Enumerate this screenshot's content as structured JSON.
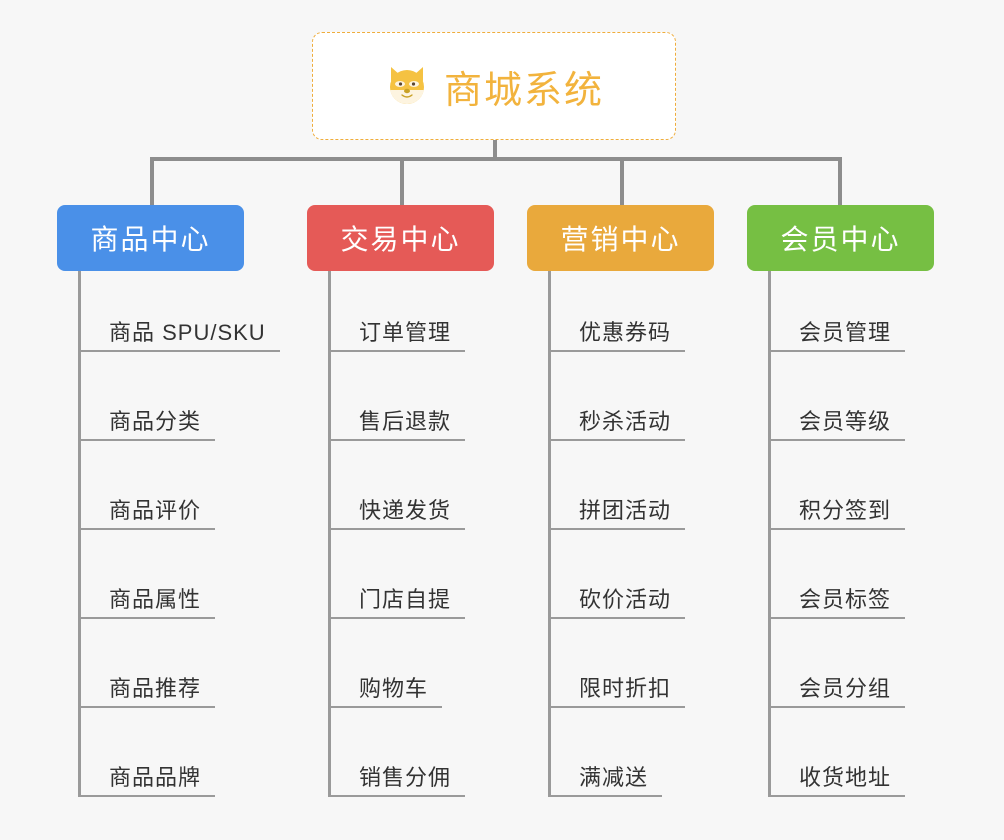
{
  "page": {
    "background_color": "#f7f7f7",
    "connector_color": "#8d8d8d",
    "leaf_line_color": "#9a9a9a",
    "leaf_text_color": "#333333"
  },
  "root": {
    "title": "商城系统",
    "icon": "shiba-dog-face-emoji",
    "emoji": "🐕",
    "text_color": "#f2b33d",
    "border_color": "#efad3c",
    "background_color": "#ffffff"
  },
  "categories": [
    {
      "label": "商品中心",
      "color": "#4a90e8",
      "items": [
        "商品 SPU/SKU",
        "商品分类",
        "商品评价",
        "商品属性",
        "商品推荐",
        "商品品牌"
      ]
    },
    {
      "label": "交易中心",
      "color": "#e55a57",
      "items": [
        "订单管理",
        "售后退款",
        "快递发货",
        "门店自提",
        "购物车",
        "销售分佣"
      ]
    },
    {
      "label": "营销中心",
      "color": "#e9a93c",
      "items": [
        "优惠券码",
        "秒杀活动",
        "拼团活动",
        "砍价活动",
        "限时折扣",
        "满减送"
      ]
    },
    {
      "label": "会员中心",
      "color": "#76bf43",
      "items": [
        "会员管理",
        "会员等级",
        "积分签到",
        "会员标签",
        "会员分组",
        "收货地址"
      ]
    }
  ]
}
